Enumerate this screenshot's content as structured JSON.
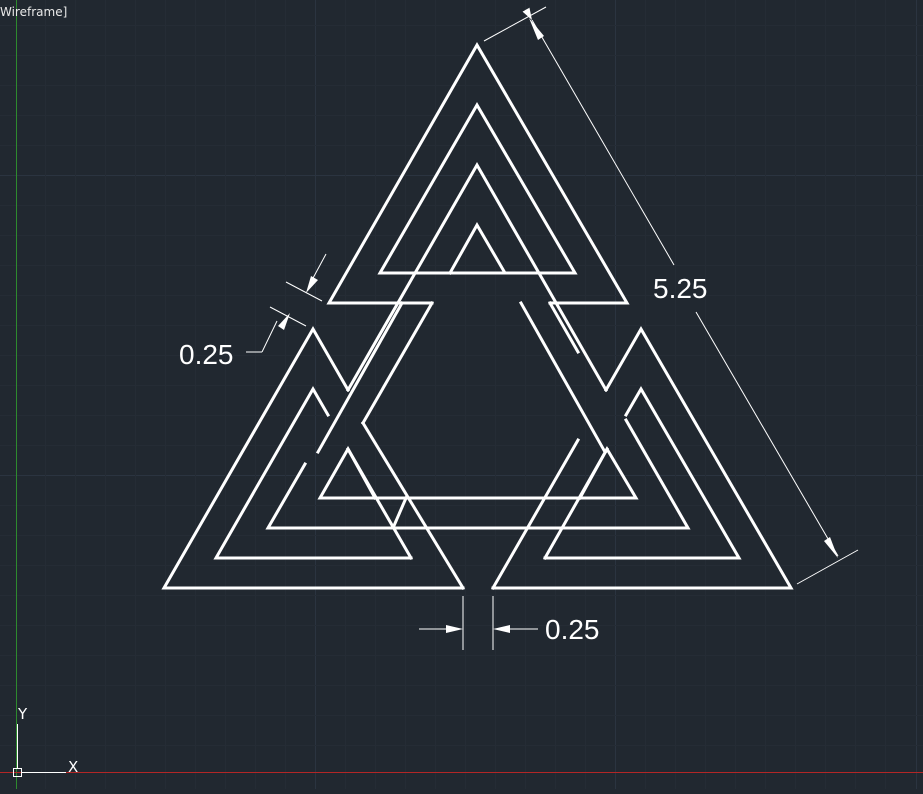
{
  "viewport": {
    "label": "Wireframe]",
    "background": "#212830",
    "grid_color": "#2b3440",
    "x_axis_color": "#b32626",
    "y_axis_color": "#2e8a2e",
    "line_color": "#ffffff"
  },
  "dimensions": {
    "side_length": "5.25",
    "band_width": "0.25",
    "gap_width": "0.25"
  },
  "ucs": {
    "x_label": "X",
    "y_label": "Y"
  }
}
